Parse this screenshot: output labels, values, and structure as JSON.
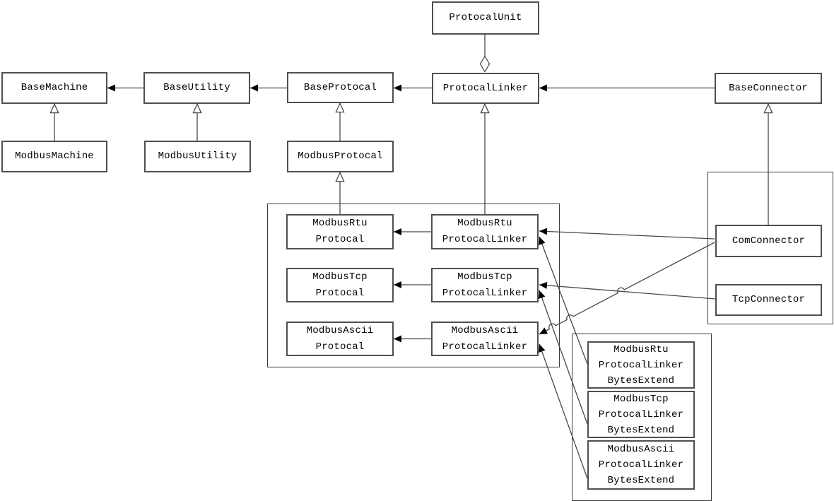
{
  "diagram": {
    "kind": "uml-class-diagram",
    "nodes": {
      "protocal_unit": {
        "label": "ProtocalUnit"
      },
      "base_machine": {
        "label": "BaseMachine"
      },
      "base_utility": {
        "label": "BaseUtility"
      },
      "base_protocal": {
        "label": "BaseProtocal"
      },
      "protocal_linker": {
        "label": "ProtocalLinker"
      },
      "base_connector": {
        "label": "BaseConnector"
      },
      "modbus_machine": {
        "label": "ModbusMachine"
      },
      "modbus_utility": {
        "label": "ModbusUtility"
      },
      "modbus_protocal": {
        "label": "ModbusProtocal"
      },
      "modbus_rtu_protocal": {
        "label": "ModbusRtu\nProtocal"
      },
      "modbus_rtu_protocal_linker": {
        "label": "ModbusRtu\nProtocalLinker"
      },
      "modbus_tcp_protocal": {
        "label": "ModbusTcp\nProtocal"
      },
      "modbus_tcp_protocal_linker": {
        "label": "ModbusTcp\nProtocalLinker"
      },
      "modbus_ascii_protocal": {
        "label": "ModbusAscii\nProtocal"
      },
      "modbus_ascii_protocal_linker": {
        "label": "ModbusAscii\nProtocalLinker"
      },
      "com_connector": {
        "label": "ComConnector"
      },
      "tcp_connector": {
        "label": "TcpConnector"
      },
      "modbus_rtu_protocal_linker_bytes_extend": {
        "label": "ModbusRtu\nProtocalLinker\nBytesExtend"
      },
      "modbus_tcp_protocal_linker_bytes_extend": {
        "label": "ModbusTcp\nProtocalLinker\nBytesExtend"
      },
      "modbus_ascii_protocal_linker_bytes_extend": {
        "label": "ModbusAscii\nProtocalLinker\nBytesExtend"
      }
    },
    "edges": [
      {
        "from": "ProtocalUnit",
        "to": "ProtocalLinker",
        "type": "aggregation-diamond"
      },
      {
        "from": "BaseUtility",
        "to": "BaseMachine",
        "type": "arrow"
      },
      {
        "from": "BaseProtocal",
        "to": "BaseUtility",
        "type": "arrow"
      },
      {
        "from": "ProtocalLinker",
        "to": "BaseProtocal",
        "type": "arrow"
      },
      {
        "from": "BaseConnector",
        "to": "ProtocalLinker",
        "type": "arrow"
      },
      {
        "from": "ModbusMachine",
        "to": "BaseMachine",
        "type": "inheritance"
      },
      {
        "from": "ModbusUtility",
        "to": "BaseUtility",
        "type": "inheritance"
      },
      {
        "from": "ModbusProtocal",
        "to": "BaseProtocal",
        "type": "inheritance"
      },
      {
        "from": "ModbusRtuProtocal",
        "to": "ModbusProtocal",
        "type": "inheritance"
      },
      {
        "from": "ModbusRtuProtocalLinker",
        "to": "ProtocalLinker",
        "type": "inheritance"
      },
      {
        "from": "ComConnector",
        "to": "BaseConnector",
        "type": "inheritance"
      },
      {
        "from": "ModbusRtuProtocalLinker",
        "to": "ModbusRtuProtocal",
        "type": "arrow"
      },
      {
        "from": "ModbusTcpProtocalLinker",
        "to": "ModbusTcpProtocal",
        "type": "arrow"
      },
      {
        "from": "ModbusAsciiProtocalLinker",
        "to": "ModbusAsciiProtocal",
        "type": "arrow"
      },
      {
        "from": "ComConnector",
        "to": "ModbusRtuProtocalLinker",
        "type": "arrow"
      },
      {
        "from": "ComConnector",
        "to": "ModbusAsciiProtocalLinker",
        "type": "arrow",
        "hops": 3
      },
      {
        "from": "TcpConnector",
        "to": "ModbusTcpProtocalLinker",
        "type": "arrow"
      },
      {
        "from": "ModbusRtuProtocalLinkerBytesExtend",
        "to": "ModbusRtuProtocalLinker",
        "type": "arrow"
      },
      {
        "from": "ModbusTcpProtocalLinkerBytesExtend",
        "to": "ModbusTcpProtocalLinker",
        "type": "arrow"
      },
      {
        "from": "ModbusAsciiProtocalLinkerBytesExtend",
        "to": "ModbusAsciiProtocalLinker",
        "type": "arrow"
      }
    ],
    "colors": {
      "background": "#ffffff",
      "box_border": "#4f4f4f",
      "group_border": "#3c3c3c",
      "line": "#474747",
      "arrow_fill": "#000000"
    }
  }
}
